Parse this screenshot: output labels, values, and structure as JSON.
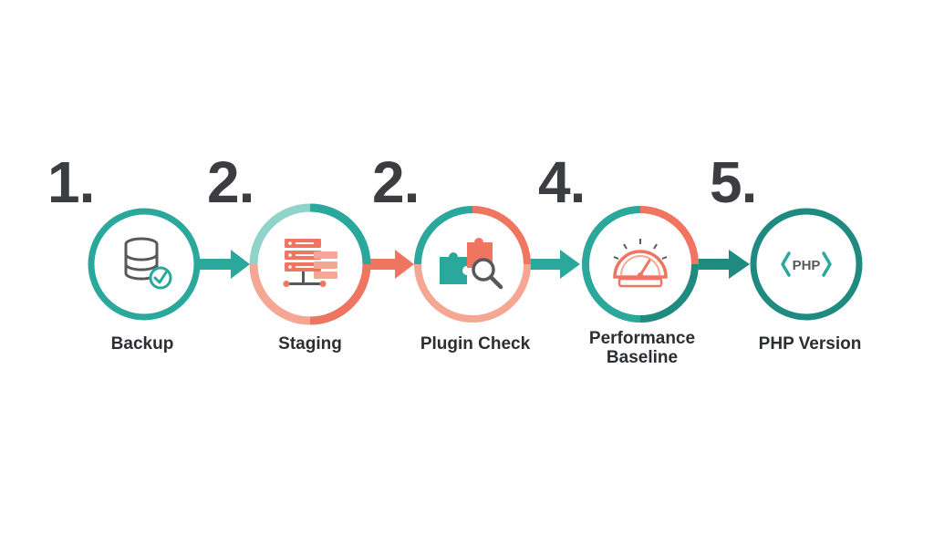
{
  "colors": {
    "teal": "#2ba89c",
    "teal_dark": "#1f8a80",
    "teal_light": "#8fd3cb",
    "coral": "#ef7561",
    "coral_light": "#f5a793",
    "text": "#2c2e31",
    "number": "#3b3d40",
    "icon_gray": "#55585c"
  },
  "steps": [
    {
      "number": "1.",
      "label": "Backup",
      "icon": "database-check-icon"
    },
    {
      "number": "2.",
      "label": "Staging",
      "icon": "server-stack-icon"
    },
    {
      "number": "2.",
      "label": "Plugin Check",
      "icon": "puzzle-magnifier-icon"
    },
    {
      "number": "4.",
      "label_line1": "Performance",
      "label_line2": "Baseline",
      "icon": "speedometer-icon"
    },
    {
      "number": "5.",
      "label": "PHP Version",
      "icon": "php-code-icon",
      "icon_text": "PHP"
    }
  ]
}
